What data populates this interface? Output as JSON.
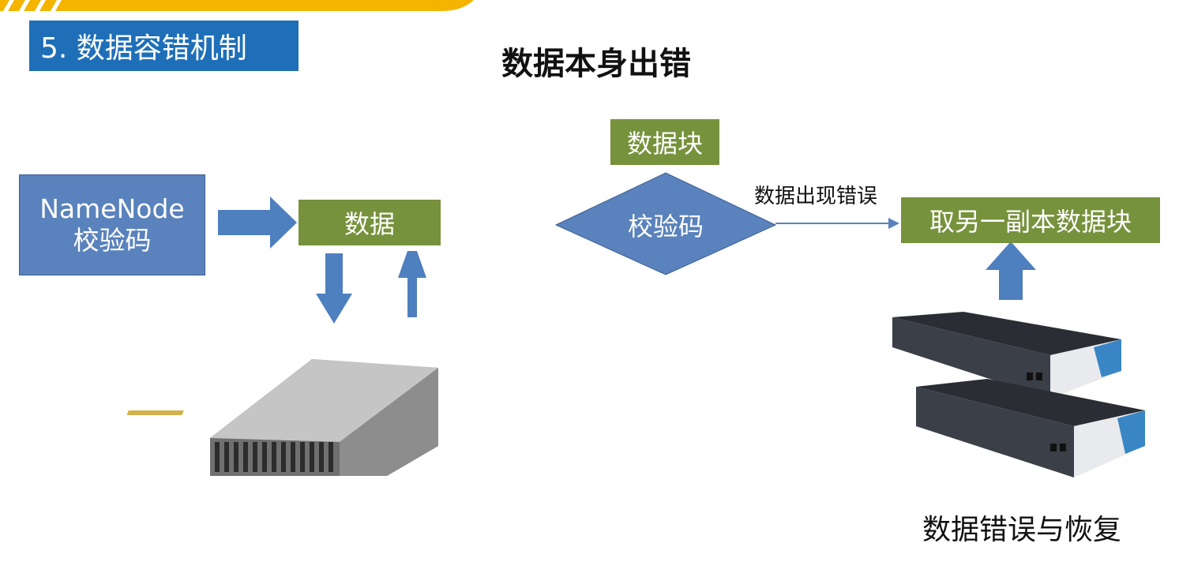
{
  "section": {
    "label": "5. 数据容错机制"
  },
  "title": "数据本身出错",
  "namenode": {
    "line1": "NameNode",
    "line2": "校验码"
  },
  "data_box": "数据",
  "data_block": "数据块",
  "checksum": "校验码",
  "error_label": "数据出现错误",
  "other_replica": "取另一副本数据块",
  "recovery_label": "数据错误与恢复",
  "colors": {
    "badge": "#1f6fb8",
    "node_blue": "#5a82bc",
    "green": "#76923c",
    "arrow_blue": "#4e7fbf",
    "accent_yellow": "#f4b400"
  },
  "icons": [
    "server-chassis-image",
    "rack-servers-image"
  ]
}
